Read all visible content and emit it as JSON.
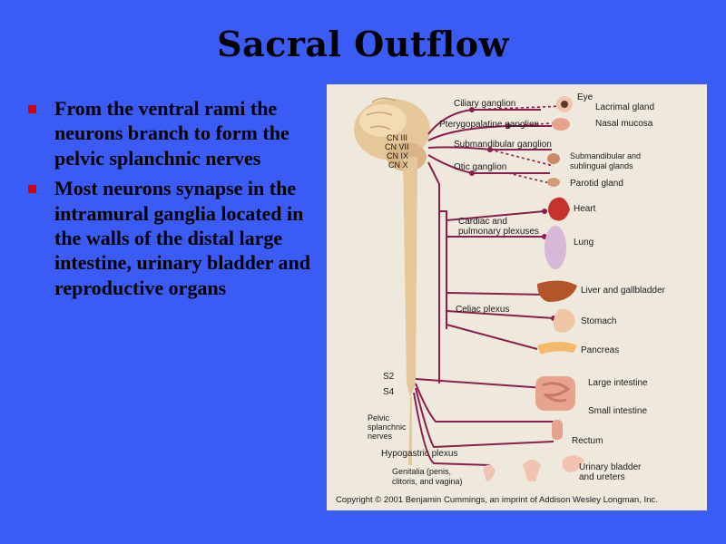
{
  "slide": {
    "title": "Sacral Outflow",
    "bullets": [
      "From the ventral rami the neurons branch to form the pelvic splanchnic nerves",
      "Most neurons synapse in the intramural ganglia located in the walls of the distal large intestine, urinary bladder and reproductive organs"
    ],
    "bullet_color": "#d40000",
    "background_color": "#3a5cf4"
  },
  "figure": {
    "cranial_nerves": [
      "CN III",
      "CN VII",
      "CN IX",
      "CN X"
    ],
    "spinal_labels": {
      "s2": "S2",
      "s4": "S4"
    },
    "ganglia": {
      "ciliary": "Ciliary ganglion",
      "pterygopalatine": "Pterygopalatine ganglion",
      "submandibular": "Submandibular ganglion",
      "otic": "Otic ganglion"
    },
    "plexuses": {
      "cardiac_1": "Cardiac and",
      "cardiac_2": "pulmonary plexuses",
      "celiac": "Celiac plexus",
      "hypogastric": "Hypogastric plexus",
      "pelvic_1": "Pelvic",
      "pelvic_2": "splanchnic",
      "pelvic_3": "nerves"
    },
    "organs": {
      "eye": "Eye",
      "lacrimal": "Lacrimal gland",
      "nasal": "Nasal mucosa",
      "submandibular_1": "Submandibular and",
      "submandibular_2": "sublingual glands",
      "parotid": "Parotid gland",
      "heart": "Heart",
      "lung": "Lung",
      "liver": "Liver and gallbladder",
      "stomach": "Stomach",
      "pancreas": "Pancreas",
      "large_intestine": "Large intestine",
      "small_intestine": "Small intestine",
      "rectum": "Rectum",
      "genitalia_1": "Genitalia (penis,",
      "genitalia_2": "clitoris, and vagina)",
      "bladder_1": "Urinary bladder",
      "bladder_2": "and ureters"
    },
    "copyright": "Copyright © 2001 Benjamin Cummings, an imprint of Addison Wesley Longman, Inc.",
    "nerve_color": "#8a1e4e"
  }
}
